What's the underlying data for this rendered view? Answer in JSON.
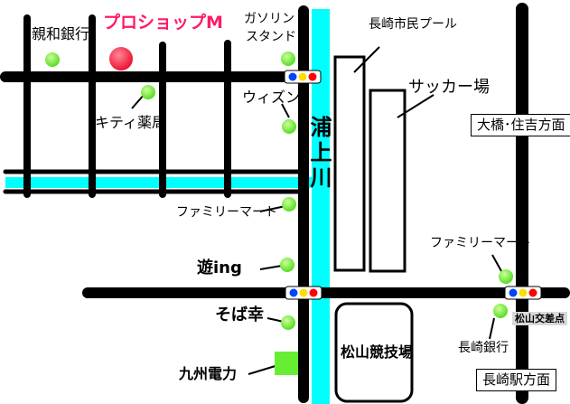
{
  "shop_name": "プロショップM",
  "river_name": "浦上川",
  "places": {
    "shinwa_bank": "親和銀行",
    "kitty_pharmacy": "キティ薬局",
    "gas_station_line1": "ガソリン",
    "gas_station_line2": "スタンド",
    "wizun": "ウィズン",
    "family_mart_1": "ファミリーマート",
    "yu_ing": "遊ing",
    "sobako": "そば幸",
    "kyushu_electric": "九州電力",
    "pool": "長崎市民プール",
    "soccer_field": "サッカー場",
    "keirin": "松山競技場",
    "family_mart_2": "ファミリーマート",
    "nagasaki_bank": "長崎銀行",
    "matsuyama_intersection": "松山交差点"
  },
  "directions": {
    "north": "大橋･住吉方面",
    "south": "長崎駅方面",
    "north_arrow": "↑",
    "south_arrow": "↓"
  },
  "colors": {
    "road": "#000000",
    "river": "#00ffff",
    "landmark": "#66ee33",
    "shop_marker": "#ff1a4a",
    "shop_text": "#ff1a66",
    "signal_red": "#ff0000",
    "signal_yellow": "#ffdd00",
    "signal_blue": "#0044ff",
    "intersection_tag": "#d9d9d9"
  }
}
